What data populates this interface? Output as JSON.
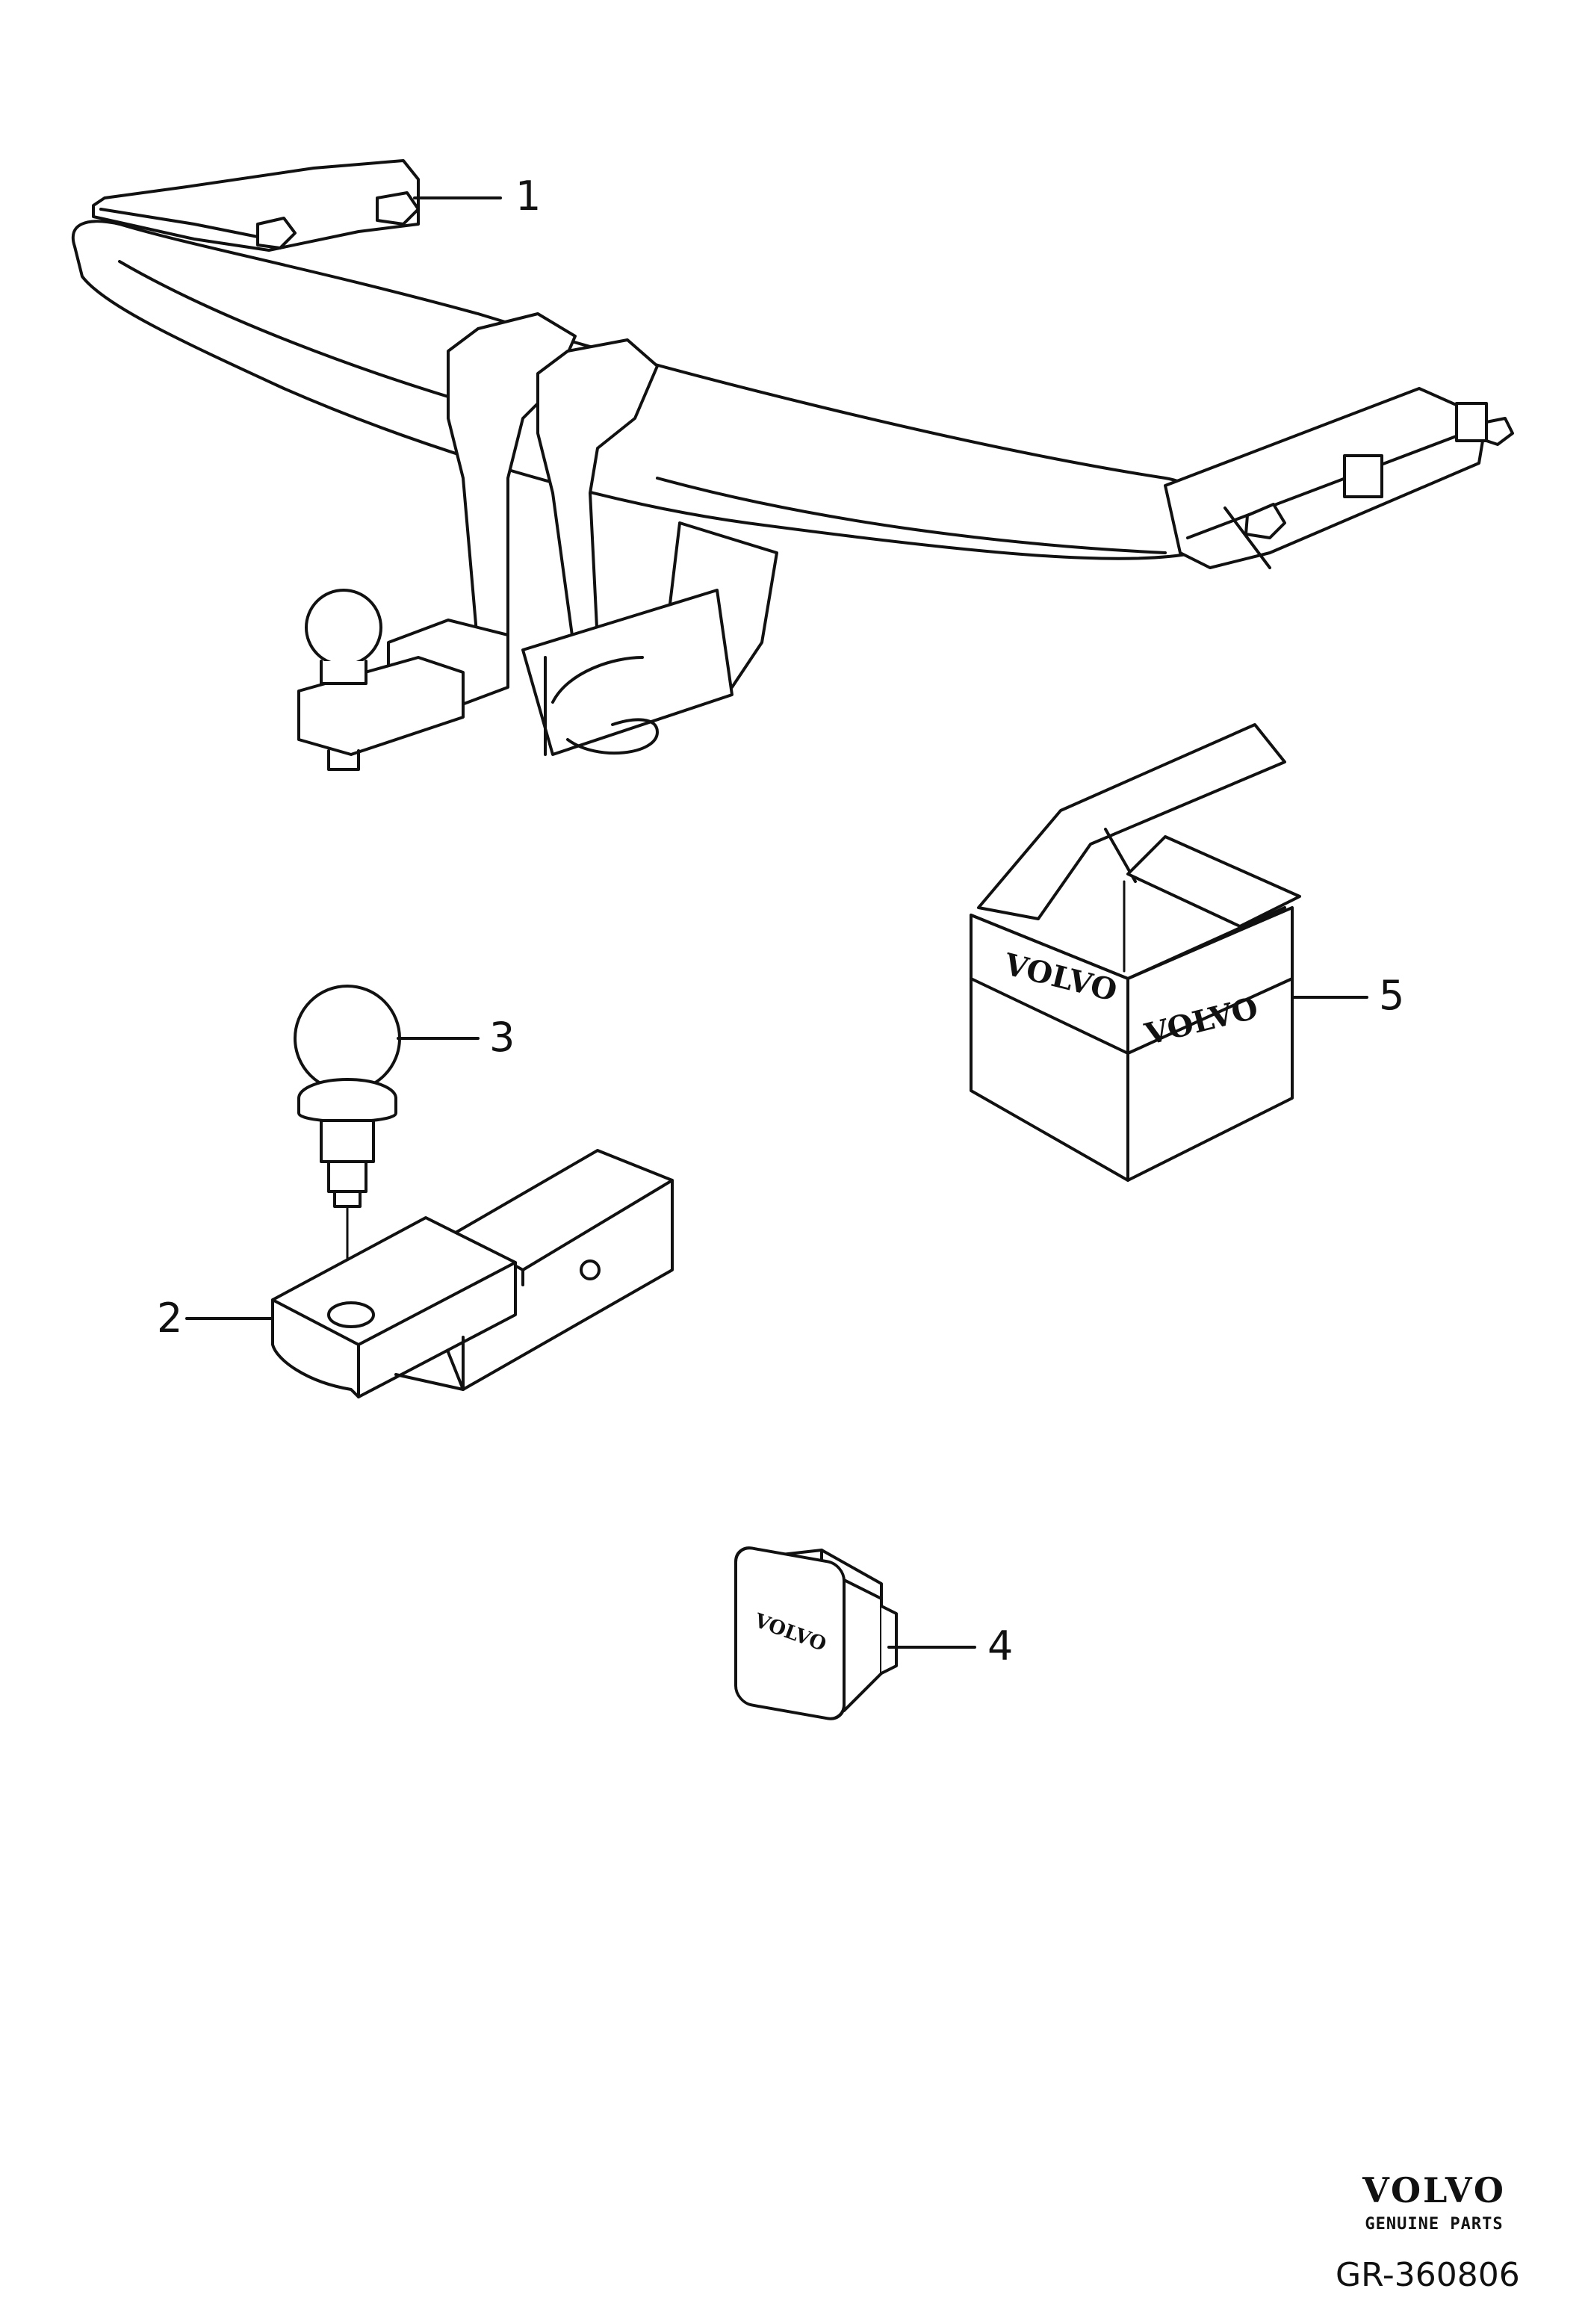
{
  "callouts": {
    "item_1": "1",
    "item_2": "2",
    "item_3": "3",
    "item_4": "4",
    "item_5": "5"
  },
  "box_logo": "VOLVO",
  "cap_logo": "VOLVO",
  "brand": {
    "name": "VOLVO",
    "tagline": "GENUINE PARTS"
  },
  "diagram_ref": "GR-360806",
  "colors": {
    "line": "#111111",
    "background": "#ffffff"
  }
}
